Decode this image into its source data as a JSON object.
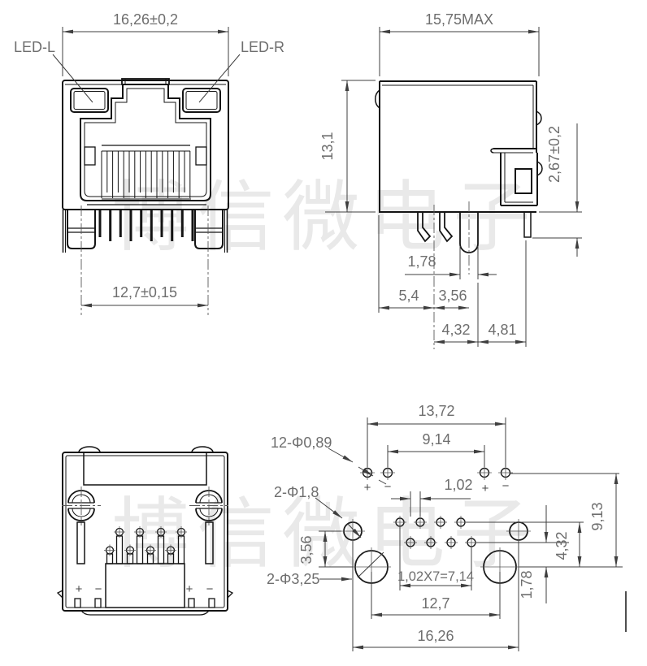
{
  "watermark": {
    "text": "博信微电子"
  },
  "front": {
    "label_led_l": "LED-L",
    "label_led_r": "LED-R",
    "dim_width": "16,26±0,2",
    "dim_pin_span": "12,7±0,15"
  },
  "side": {
    "dim_depth": "15,75MAX",
    "dim_height": "13,1",
    "dim_standoff": "2,67±0,2",
    "dim_pin_w": "1,78",
    "dim_pin_a": "5,4",
    "dim_pin_b": "3,56",
    "dim_pin_c": "4,32",
    "dim_pin_d": "4,81"
  },
  "bottom": {
    "mark_plus": "+",
    "mark_minus": "−"
  },
  "footprint": {
    "label_holes": "12-Φ0,89",
    "label_led_holes": "2-Φ1,8",
    "label_posts": "2-Φ3,25",
    "dim_led_outer": "13,72",
    "dim_led_inner": "9,14",
    "dim_stagger": "1,02",
    "dim_depth": "9,13",
    "dim_row": "4,32",
    "dim_row_gap": "1,78",
    "dim_pitch": "1,02X7=7,14",
    "dim_posts": "12,7",
    "dim_total": "16,26",
    "dim_led_to_post": "3,56",
    "mark_plus": "+",
    "mark_minus": "−"
  }
}
